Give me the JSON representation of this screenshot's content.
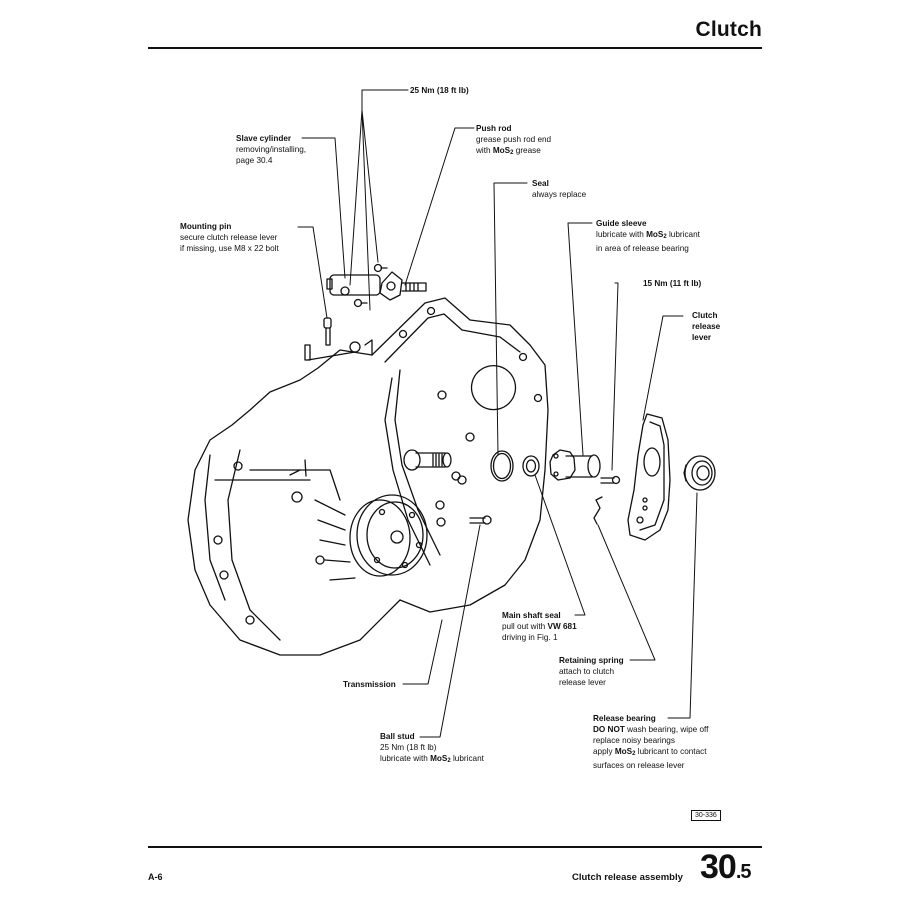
{
  "header": {
    "title": "Clutch"
  },
  "figure": {
    "figure_number": "30-336",
    "callouts": {
      "torque_slave_bolts": {
        "title": "25 Nm (18 ft lb)"
      },
      "slave_cylinder": {
        "title": "Slave cylinder",
        "lines": [
          "removing/installing,",
          "page 30.4"
        ]
      },
      "push_rod": {
        "title": "Push rod",
        "line1": "grease push rod end",
        "line2_pre": "with ",
        "line2_bold": "MoS",
        "line2_sub": "2",
        "line2_post": " grease"
      },
      "mounting_pin": {
        "title": "Mounting pin",
        "lines": [
          "secure clutch release lever",
          "if missing, use M8 x 22 bolt"
        ]
      },
      "seal": {
        "title": "Seal",
        "lines": [
          "always replace"
        ]
      },
      "guide_sleeve": {
        "title": "Guide sleeve",
        "line1_pre": "lubricate with ",
        "line1_bold": "MoS",
        "line1_sub": "2",
        "line1_post": " lubricant",
        "line2": "in area of release bearing"
      },
      "torque_guide_bolt": {
        "title": "15 Nm (11 ft lb)"
      },
      "clutch_release_lever": {
        "title_lines": [
          "Clutch",
          "release",
          "lever"
        ]
      },
      "main_shaft_seal": {
        "title": "Main shaft seal",
        "line1_pre": "pull out with ",
        "line1_bold": "VW 681",
        "line2": "driving in Fig. 1"
      },
      "retaining_spring": {
        "title": "Retaining spring",
        "lines": [
          "attach to clutch",
          "release lever"
        ]
      },
      "transmission": {
        "title": "Transmission"
      },
      "ball_stud": {
        "title": "Ball stud",
        "line1": "25 Nm (18 ft lb)",
        "line2_pre": "lubricate with ",
        "line2_bold": "MoS",
        "line2_sub": "2",
        "line2_post": " lubricant"
      },
      "release_bearing": {
        "title": "Release bearing",
        "line1_bold": "DO NOT",
        "line1_post": " wash bearing, wipe off",
        "line2": "replace noisy bearings",
        "line3_pre": "apply ",
        "line3_bold": "MoS",
        "line3_sub": "2",
        "line3_post": " lubricant to contact",
        "line4": "surfaces on release lever"
      }
    }
  },
  "footer": {
    "page_ref": "A-6",
    "section_title": "Clutch release assembly",
    "section_number_major": "30",
    "section_number_minor": ".5"
  }
}
